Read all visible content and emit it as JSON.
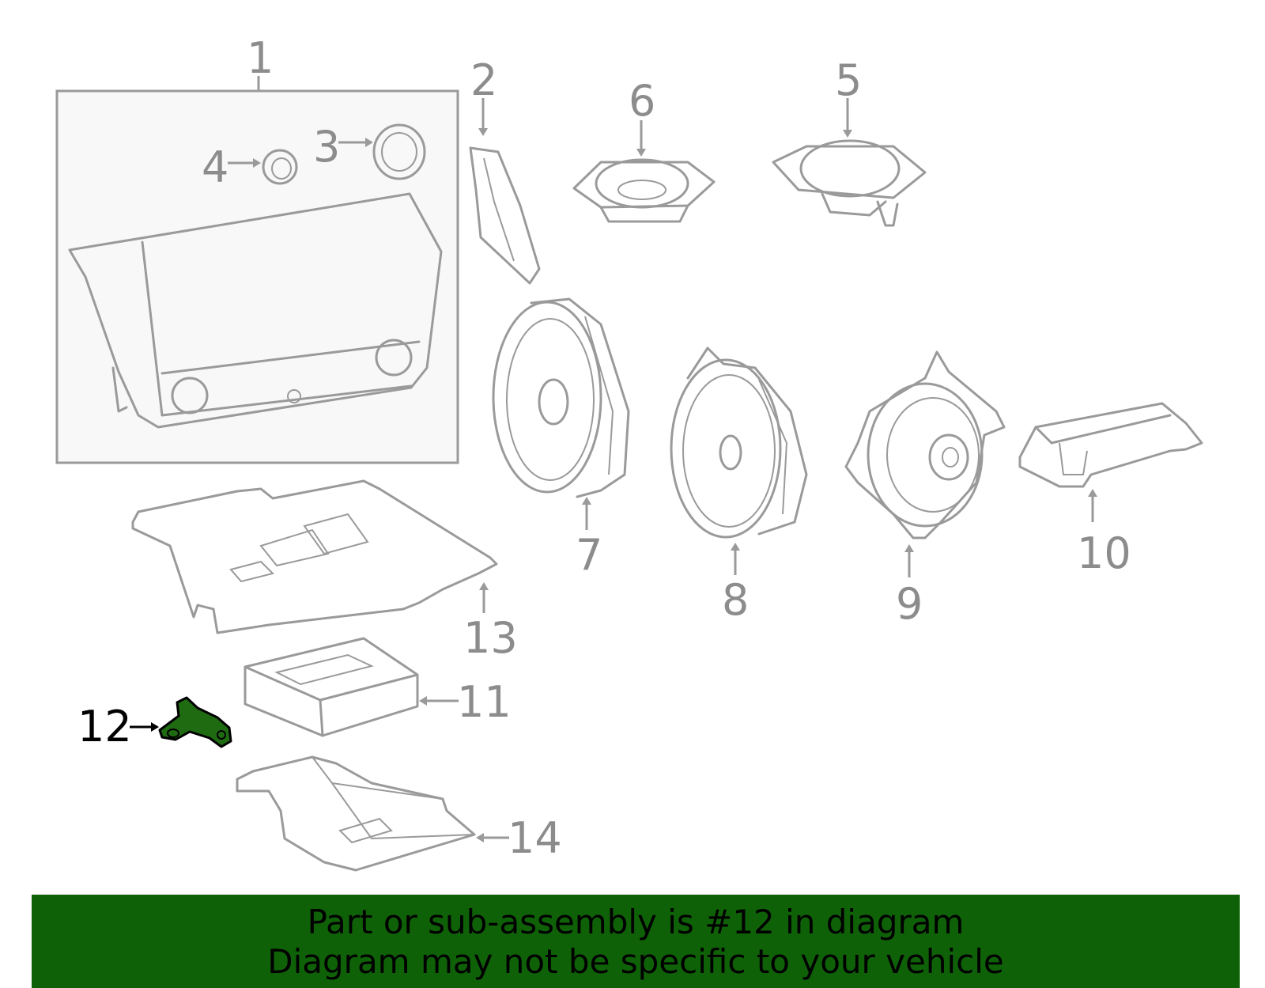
{
  "callouts": [
    {
      "id": "1",
      "text": "1"
    },
    {
      "id": "2",
      "text": "2"
    },
    {
      "id": "3",
      "text": "3"
    },
    {
      "id": "4",
      "text": "4"
    },
    {
      "id": "5",
      "text": "5"
    },
    {
      "id": "6",
      "text": "6"
    },
    {
      "id": "7",
      "text": "7"
    },
    {
      "id": "8",
      "text": "8"
    },
    {
      "id": "9",
      "text": "9"
    },
    {
      "id": "10",
      "text": "10"
    },
    {
      "id": "11",
      "text": "11"
    },
    {
      "id": "12",
      "text": "12"
    },
    {
      "id": "13",
      "text": "13"
    },
    {
      "id": "14",
      "text": "14"
    }
  ],
  "highlight_part": "12",
  "colors": {
    "banner": "#0f6108",
    "highlight_fill": "#1f6b12",
    "line": "#9a9a9a",
    "label": "#8c8c8c"
  },
  "banner": {
    "line1": "Part or sub-assembly is #12 in diagram",
    "line2": "Diagram may not be specific to your vehicle"
  }
}
